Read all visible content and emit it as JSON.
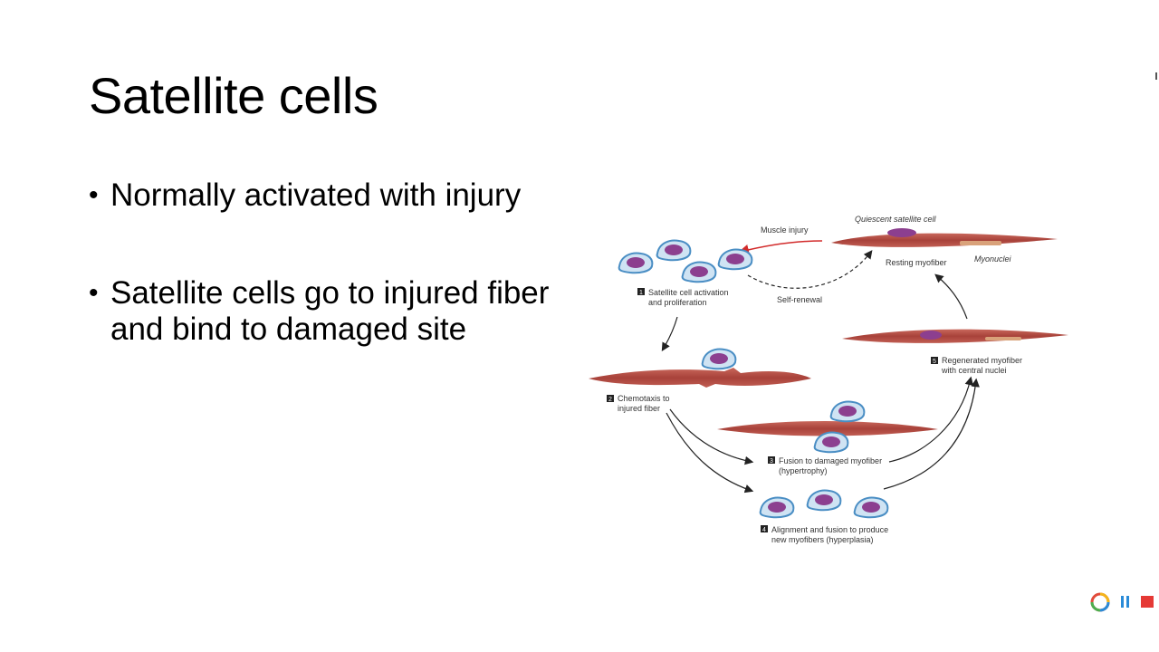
{
  "slide": {
    "title": "Satellite cells",
    "bullets": [
      "Normally activated with injury",
      "Satellite cells go to injured fiber and bind to damaged site"
    ]
  },
  "figure": {
    "labels": {
      "quiescent": "Quiescent satellite cell",
      "muscle_injury": "Muscle injury",
      "myonuclei": "Myonuclei",
      "resting_myofiber": "Resting myofiber",
      "self_renewal": "Self-renewal",
      "step1_line1": "Satellite cell activation",
      "step1_line2": "and proliferation",
      "step2_line1": "Chemotaxis to",
      "step2_line2": "injured fiber",
      "step3_line1": "Fusion to damaged myofiber",
      "step3_line2": "(hypertrophy)",
      "step4_line1": "Alignment and fusion to produce",
      "step4_line2": "new myofibers (hyperplasia)",
      "step5_line1": "Regenerated myofiber",
      "step5_line2": "with central nuclei"
    },
    "step_numbers": [
      "1",
      "2",
      "3",
      "4",
      "5"
    ]
  },
  "colors": {
    "fiber": "#b0483e",
    "cell_outline": "#4a8ec4",
    "cell_fill": "#cfe3f3",
    "nucleus": "#8c3f8f",
    "injury_arrow": "#d22b2b"
  }
}
